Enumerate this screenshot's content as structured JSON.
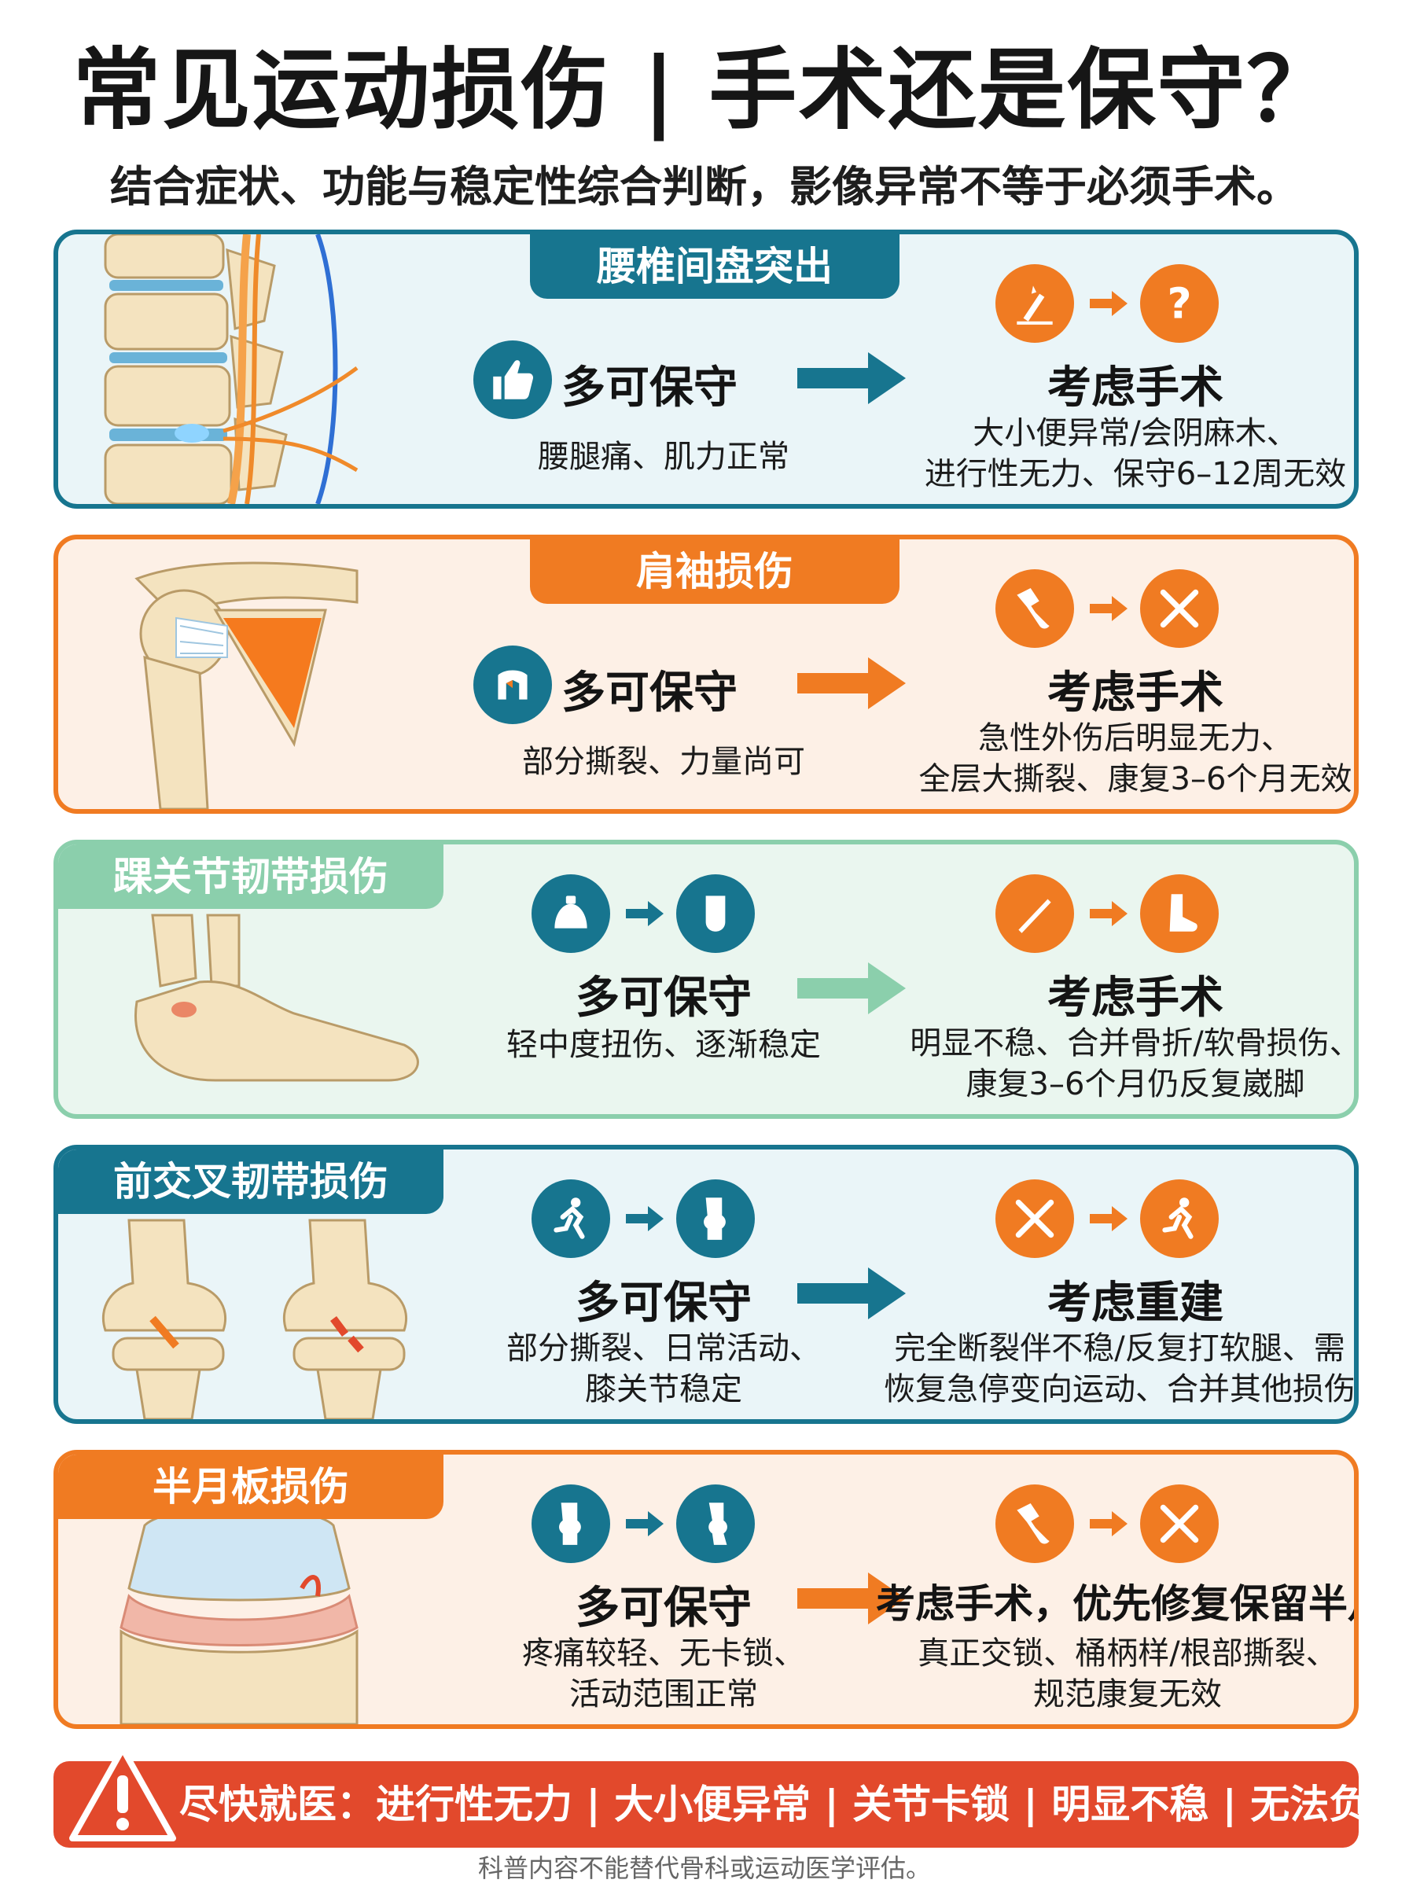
{
  "title": "常见运动损伤 | 手术还是保守？",
  "subtitle": "结合症状、功能与稳定性综合判断，影像异常不等于必须手术。",
  "cards": [
    {
      "name": "腰椎间盘突出",
      "conservative_title": "多可保守",
      "conservative_desc": [
        "腰腿痛、肌力正常"
      ],
      "surgery_title": "考虑手术",
      "surgery_desc": [
        "大小便异常/会阴麻木、",
        "进行性无力、保守6–12周无效"
      ],
      "icons": [
        "thumbs-up-icon",
        "injury-icon",
        "question-icon"
      ]
    },
    {
      "name": "肩袖损伤",
      "conservative_title": "多可保守",
      "conservative_desc": [
        "部分撕裂、力量尚可"
      ],
      "surgery_title": "考虑手术",
      "surgery_desc": [
        "急性外伤后明显无力、",
        "全层大撕裂、康复3–6个月无效"
      ],
      "icons": [
        "shoulder-icon",
        "arthroscope-icon",
        "surgical-tools-icon"
      ]
    },
    {
      "name": "踝关节韧带损伤",
      "conservative_title": "多可保守",
      "conservative_desc": [
        "轻中度扭伤、逐渐稳定"
      ],
      "surgery_title": "考虑手术",
      "surgery_desc": [
        "明显不稳、合并骨折/软骨损伤、",
        "康复3–6个月仍反复崴脚"
      ],
      "icons": [
        "ice-pack-icon",
        "ankle-brace-icon",
        "scalpel-icon",
        "foot-icon"
      ]
    },
    {
      "name": "前交叉韧带损伤",
      "conservative_title": "多可保守",
      "conservative_desc": [
        "部分撕裂、日常活动、",
        "膝关节稳定"
      ],
      "surgery_title": "考虑重建",
      "surgery_desc": [
        "完全断裂伴不稳/反复打软腿、需",
        "恢复急停变向运动、合并其他损伤"
      ],
      "icons": [
        "running-icon",
        "knee-icon",
        "surgical-tools-icon",
        "running-icon"
      ]
    },
    {
      "name": "半月板损伤",
      "conservative_title": "多可保守",
      "conservative_desc": [
        "疼痛较轻、无卡锁、",
        "活动范围正常"
      ],
      "surgery_title": "考虑手术，优先修复保留半月板",
      "surgery_desc": [
        "真正交锁、桶柄样/根部撕裂、",
        "规范康复无效"
      ],
      "icons": [
        "knee-icon",
        "knee-icon",
        "arthroscope-icon",
        "surgical-tools-icon"
      ]
    }
  ],
  "alert": "尽快就医：进行性无力 | 大小便异常 | 关节卡锁 | 明显不稳 | 无法负重",
  "footnote": "科普内容不能替代骨科或运动医学评估。",
  "colors": {
    "blue": "#17758f",
    "orange": "#f07b22",
    "green": "#8bcfac",
    "red": "#e2492c"
  }
}
